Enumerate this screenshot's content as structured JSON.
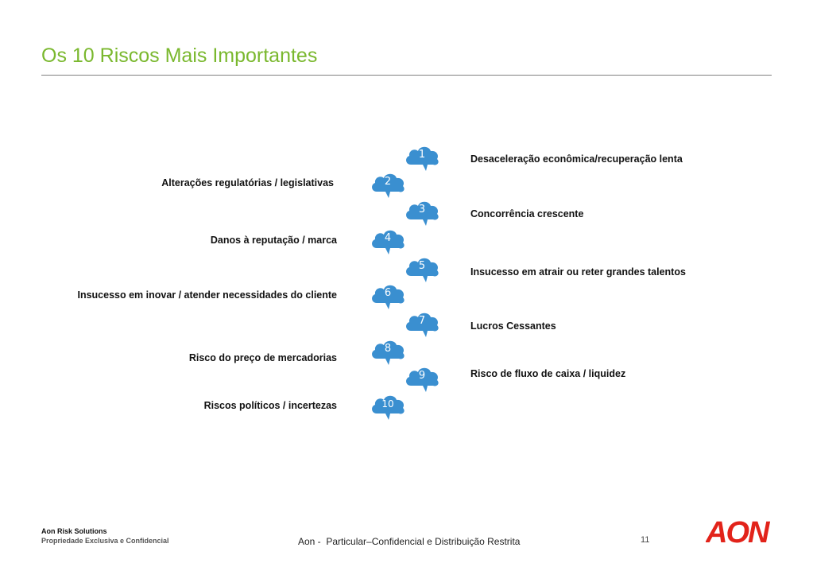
{
  "header": {
    "title": "Os 10 Riscos Mais Importantes"
  },
  "risks": [
    {
      "number": "1",
      "label": "Desaceleração econômica/recuperação lenta"
    },
    {
      "number": "2",
      "label": "Alterações regulatórias / legislativas"
    },
    {
      "number": "3",
      "label": "Concorrência crescente"
    },
    {
      "number": "4",
      "label": "Danos à reputação / marca"
    },
    {
      "number": "5",
      "label": "Insucesso em atrair ou reter grandes talentos"
    },
    {
      "number": "6",
      "label": "Insucesso em inovar / atender necessidades do cliente"
    },
    {
      "number": "7",
      "label": "Lucros Cessantes"
    },
    {
      "number": "8",
      "label": "Risco do preço de mercadorias"
    },
    {
      "number": "9",
      "label": "Risco de fluxo de caixa / liquidez"
    },
    {
      "number": "10",
      "label": "Riscos políticos / incertezas"
    }
  ],
  "footer": {
    "company": "Aon Risk Solutions",
    "confidential": "Propriedade Exclusiva e Confidencial",
    "center": "Aon -  Particular–Confidencial e Distribuição Restrita",
    "page": "11",
    "logo_text": "AON"
  },
  "colors": {
    "title": "#7ab82e",
    "cloud": "#3a8fd0",
    "logo": "#e2231a"
  },
  "icons": {
    "cloud": "cloud-speech-icon",
    "logo": "aon-logo"
  }
}
